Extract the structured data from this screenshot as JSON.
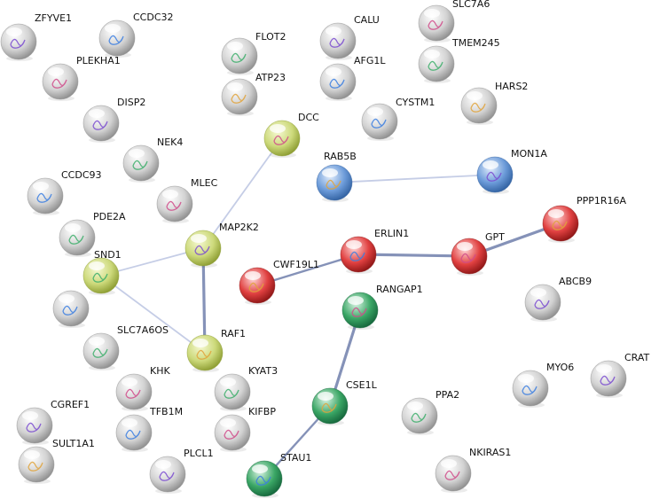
{
  "palette": {
    "grey": [
      "#ffffff",
      "#d2d2d2",
      "#8c8c8c"
    ],
    "yellow": [
      "#f6f9d3",
      "#ccd97a",
      "#8a9a2f"
    ],
    "blue": [
      "#e3eefc",
      "#6c9bd9",
      "#2f5f9f"
    ],
    "red": [
      "#ffd6d6",
      "#e04040",
      "#8a1414"
    ],
    "green": [
      "#d8f3e2",
      "#3aa665",
      "#14643a"
    ],
    "edge_strong": "#8592b8",
    "edge_weak": "#c5cde6"
  },
  "nodes": [
    {
      "id": "ZFYVE1",
      "label": "ZFYVE1",
      "color": "grey",
      "icon": "protein-structure-icon"
    },
    {
      "id": "CCDC32",
      "label": "CCDC32",
      "color": "grey",
      "icon": "protein-structure-icon"
    },
    {
      "id": "PLEKHA1",
      "label": "PLEKHA1",
      "color": "grey",
      "icon": "protein-structure-icon"
    },
    {
      "id": "FLOT2",
      "label": "FLOT2",
      "color": "grey",
      "icon": "protein-structure-icon"
    },
    {
      "id": "ATP23",
      "label": "ATP23",
      "color": "grey",
      "icon": "protein-structure-icon"
    },
    {
      "id": "CALU",
      "label": "CALU",
      "color": "grey",
      "icon": "protein-structure-icon"
    },
    {
      "id": "AFG1L",
      "label": "AFG1L",
      "color": "grey",
      "icon": "protein-structure-icon"
    },
    {
      "id": "SLC7A6",
      "label": "SLC7A6",
      "color": "grey",
      "icon": "protein-structure-icon"
    },
    {
      "id": "TMEM245",
      "label": "TMEM245",
      "color": "grey",
      "icon": "protein-structure-icon"
    },
    {
      "id": "HARS2",
      "label": "HARS2",
      "color": "grey",
      "icon": "protein-structure-icon"
    },
    {
      "id": "DISP2",
      "label": "DISP2",
      "color": "grey",
      "icon": "protein-structure-icon"
    },
    {
      "id": "CYSTM1",
      "label": "CYSTM1",
      "color": "grey",
      "icon": "protein-structure-icon"
    },
    {
      "id": "DCC",
      "label": "DCC",
      "color": "yellow",
      "icon": "protein-structure-icon"
    },
    {
      "id": "NEK4",
      "label": "NEK4",
      "color": "grey",
      "icon": "protein-structure-icon"
    },
    {
      "id": "RAB5B",
      "label": "RAB5B",
      "color": "blue",
      "icon": "protein-structure-icon"
    },
    {
      "id": "MON1A",
      "label": "MON1A",
      "color": "blue",
      "icon": "protein-structure-icon"
    },
    {
      "id": "CCDC93",
      "label": "CCDC93",
      "color": "grey",
      "icon": "protein-structure-icon"
    },
    {
      "id": "MLEC",
      "label": "MLEC",
      "color": "grey",
      "icon": "protein-structure-icon"
    },
    {
      "id": "PDE2A",
      "label": "PDE2A",
      "color": "grey",
      "icon": "protein-structure-icon"
    },
    {
      "id": "PPP1R16A",
      "label": "PPP1R16A",
      "color": "red",
      "icon": "protein-structure-icon"
    },
    {
      "id": "MAP2K2",
      "label": "MAP2K2",
      "color": "yellow",
      "icon": "protein-structure-icon"
    },
    {
      "id": "ERLIN1",
      "label": "ERLIN1",
      "color": "red",
      "icon": "protein-structure-icon"
    },
    {
      "id": "GPT",
      "label": "GPT",
      "color": "red",
      "icon": "protein-structure-icon"
    },
    {
      "id": "SND1",
      "label": "SND1",
      "color": "yellow",
      "icon": "protein-structure-icon"
    },
    {
      "id": "CWF19L1",
      "label": "CWF19L1",
      "color": "red",
      "icon": "protein-structure-icon"
    },
    {
      "id": "ABCB9",
      "label": "ABCB9",
      "color": "grey",
      "icon": "protein-structure-icon"
    },
    {
      "id": "HIDDEN",
      "label": "",
      "color": "grey",
      "icon": "protein-structure-icon"
    },
    {
      "id": "RANGAP1",
      "label": "RANGAP1",
      "color": "green",
      "icon": "protein-structure-icon"
    },
    {
      "id": "SLC7A6OS",
      "label": "SLC7A6OS",
      "color": "grey",
      "icon": "protein-structure-icon"
    },
    {
      "id": "RAF1",
      "label": "RAF1",
      "color": "yellow",
      "icon": "protein-structure-icon"
    },
    {
      "id": "CRAT",
      "label": "CRAT",
      "color": "grey",
      "icon": "protein-structure-icon"
    },
    {
      "id": "MYO6",
      "label": "MYO6",
      "color": "grey",
      "icon": "protein-structure-icon"
    },
    {
      "id": "KHK",
      "label": "KHK",
      "color": "grey",
      "icon": "protein-structure-icon"
    },
    {
      "id": "KYAT3",
      "label": "KYAT3",
      "color": "grey",
      "icon": "protein-structure-icon"
    },
    {
      "id": "CSE1L",
      "label": "CSE1L",
      "color": "green",
      "icon": "protein-structure-icon"
    },
    {
      "id": "CGREF1",
      "label": "CGREF1",
      "color": "grey",
      "icon": "protein-structure-icon"
    },
    {
      "id": "TFB1M",
      "label": "TFB1M",
      "color": "grey",
      "icon": "protein-structure-icon"
    },
    {
      "id": "KIFBP",
      "label": "KIFBP",
      "color": "grey",
      "icon": "protein-structure-icon"
    },
    {
      "id": "PPA2",
      "label": "PPA2",
      "color": "grey",
      "icon": "protein-structure-icon"
    },
    {
      "id": "SULT1A1",
      "label": "SULT1A1",
      "color": "grey",
      "icon": "protein-structure-icon"
    },
    {
      "id": "PLCL1",
      "label": "PLCL1",
      "color": "grey",
      "icon": "protein-structure-icon"
    },
    {
      "id": "STAU1",
      "label": "STAU1",
      "color": "green",
      "icon": "protein-structure-icon"
    },
    {
      "id": "NKIRAS1",
      "label": "NKIRAS1",
      "color": "grey",
      "icon": "protein-structure-icon"
    }
  ],
  "edges": [
    {
      "source": "MAP2K2",
      "target": "DCC",
      "strength": "weak"
    },
    {
      "source": "MAP2K2",
      "target": "SND1",
      "strength": "weak"
    },
    {
      "source": "SND1",
      "target": "RAF1",
      "strength": "weak"
    },
    {
      "source": "MAP2K2",
      "target": "RAF1",
      "strength": "strong"
    },
    {
      "source": "RAB5B",
      "target": "MON1A",
      "strength": "weak"
    },
    {
      "source": "ERLIN1",
      "target": "CWF19L1",
      "strength": "medium"
    },
    {
      "source": "ERLIN1",
      "target": "GPT",
      "strength": "strong"
    },
    {
      "source": "GPT",
      "target": "PPP1R16A",
      "strength": "strong"
    },
    {
      "source": "RANGAP1",
      "target": "CSE1L",
      "strength": "strong"
    },
    {
      "source": "CSE1L",
      "target": "STAU1",
      "strength": "medium"
    }
  ]
}
